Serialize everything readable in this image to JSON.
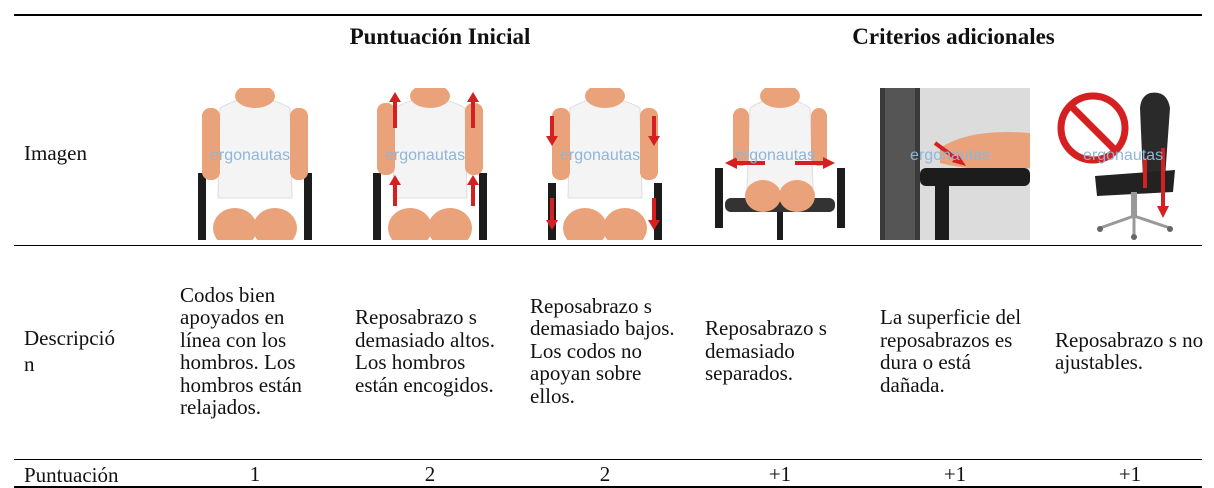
{
  "headers": {
    "group1": "Puntuación Inicial",
    "group2": "Criterios adicionales"
  },
  "row_labels": {
    "image": "Imagen",
    "description": "Descripció\nn",
    "score": "Puntuación"
  },
  "watermark": "ergonautas",
  "columns": [
    {
      "icon": "chair-elbows-supported-icon",
      "description": "Codos bien apoyados en línea con los hombros. Los hombros están relajados.",
      "score": "1"
    },
    {
      "icon": "armrests-too-high-icon",
      "description": "Reposabrazo s demasiado altos. Los hombros están encogidos.",
      "score": "2"
    },
    {
      "icon": "armrests-too-low-icon",
      "description": "Reposabrazo s demasiado bajos. Los codos no apoyan sobre ellos.",
      "score": "2"
    },
    {
      "icon": "armrests-too-wide-icon",
      "description": "Reposabrazo s demasiado separados.",
      "score": "+1"
    },
    {
      "icon": "armrest-hard-surface-icon",
      "description": "La superficie del reposabrazos es dura o está dañada.",
      "score": "+1"
    },
    {
      "icon": "armrests-not-adjustable-icon",
      "description": "Reposabrazo s no ajustables.",
      "score": "+1"
    }
  ],
  "colors": {
    "arrow": "#d42020",
    "prohibit": "#d42020",
    "skin": "#e9a27a",
    "shirt": "#f4f4f4",
    "chair": "#1c1c1c"
  }
}
